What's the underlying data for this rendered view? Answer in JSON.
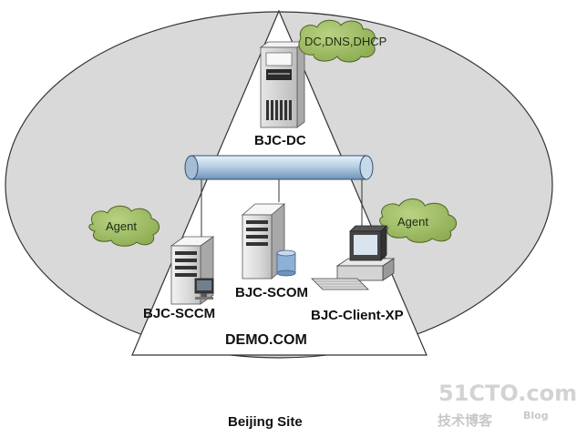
{
  "diagram": {
    "domain_label": "DEMO.COM",
    "site_label": "Beijing Site",
    "servers": {
      "dc": {
        "name": "BJC-DC",
        "icon": "tower-server-icon"
      },
      "sccm": {
        "name": "BJC-SCCM",
        "icon": "server-with-monitor-icon"
      },
      "scom": {
        "name": "BJC-SCOM",
        "icon": "server-with-database-icon"
      },
      "client": {
        "name": "BJC-Client-XP",
        "icon": "desktop-computer-icon"
      }
    },
    "clouds": {
      "dc_roles": "DC,DNS,DHCP",
      "agent_left": "Agent",
      "agent_right": "Agent"
    },
    "network_bus": {
      "icon": "network-bus-cylinder"
    }
  },
  "watermark": {
    "brand": "51CTO.com",
    "subtitle": "技术博客",
    "blog": "Blog"
  },
  "colors": {
    "ellipse_fill": "#d9d9d9",
    "cloud_fill": "#9bbb59",
    "bus_fill": "#a9c4dc",
    "watermark": "#d0d0d0"
  }
}
